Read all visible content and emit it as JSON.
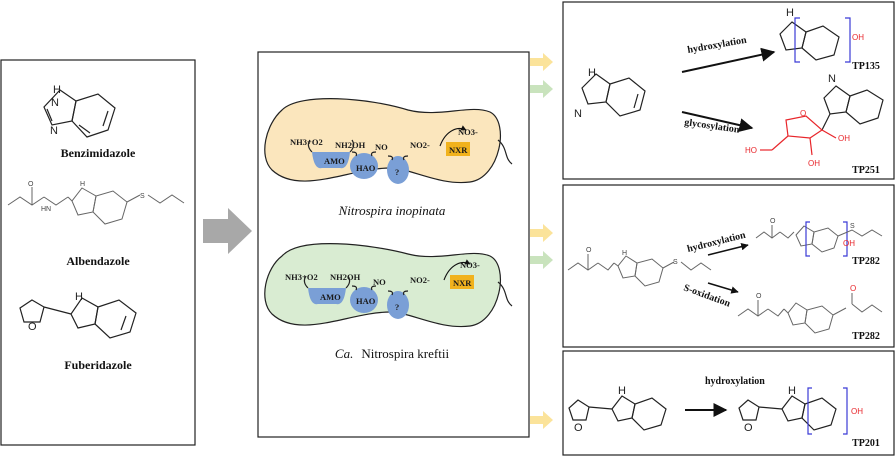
{
  "compounds": {
    "benzimidazole": "Benzimidazole",
    "albendazole": "Albendazole",
    "fuberidazole": "Fuberidazole"
  },
  "organisms": {
    "org1": "Nitrospira inopinata",
    "org2_prefix": "Ca.",
    "org2_name": "Nitrospira kreftii"
  },
  "enzymes": {
    "amo": "AMO",
    "hao": "HAO",
    "unknown": "?",
    "nxr": "NXR"
  },
  "chemicals": {
    "nh3_o2": "NH3+O2",
    "nh2oh": "NH2OH",
    "no": "NO",
    "no2": "NO2-",
    "no3": "NO3-"
  },
  "reactions": {
    "hydroxylation": "hydroxylation",
    "glycosylation": "glycosylation",
    "s_oxidation": "S-oxidation"
  },
  "products": {
    "tp135": "TP135",
    "tp251": "TP251",
    "tp282a": "TP282",
    "tp282b": "TP282",
    "tp201": "TP201"
  },
  "atoms": {
    "nh": "H",
    "n": "N",
    "o": "O",
    "s": "S",
    "oh": "OH",
    "ho": "HO",
    "hn": "HN"
  },
  "colors": {
    "org1_fill": "#fbe6bd",
    "org2_fill": "#d9ecd2",
    "enzyme_blue": "#7a9fd6",
    "nxr_gold": "#f1b21d",
    "arrow_gray": "#a8a8a8",
    "arrow_yellow": "#fbe39a",
    "arrow_green": "#c9e3bd",
    "red": "#e8262b",
    "bracket_blue": "#3b3bd6"
  }
}
